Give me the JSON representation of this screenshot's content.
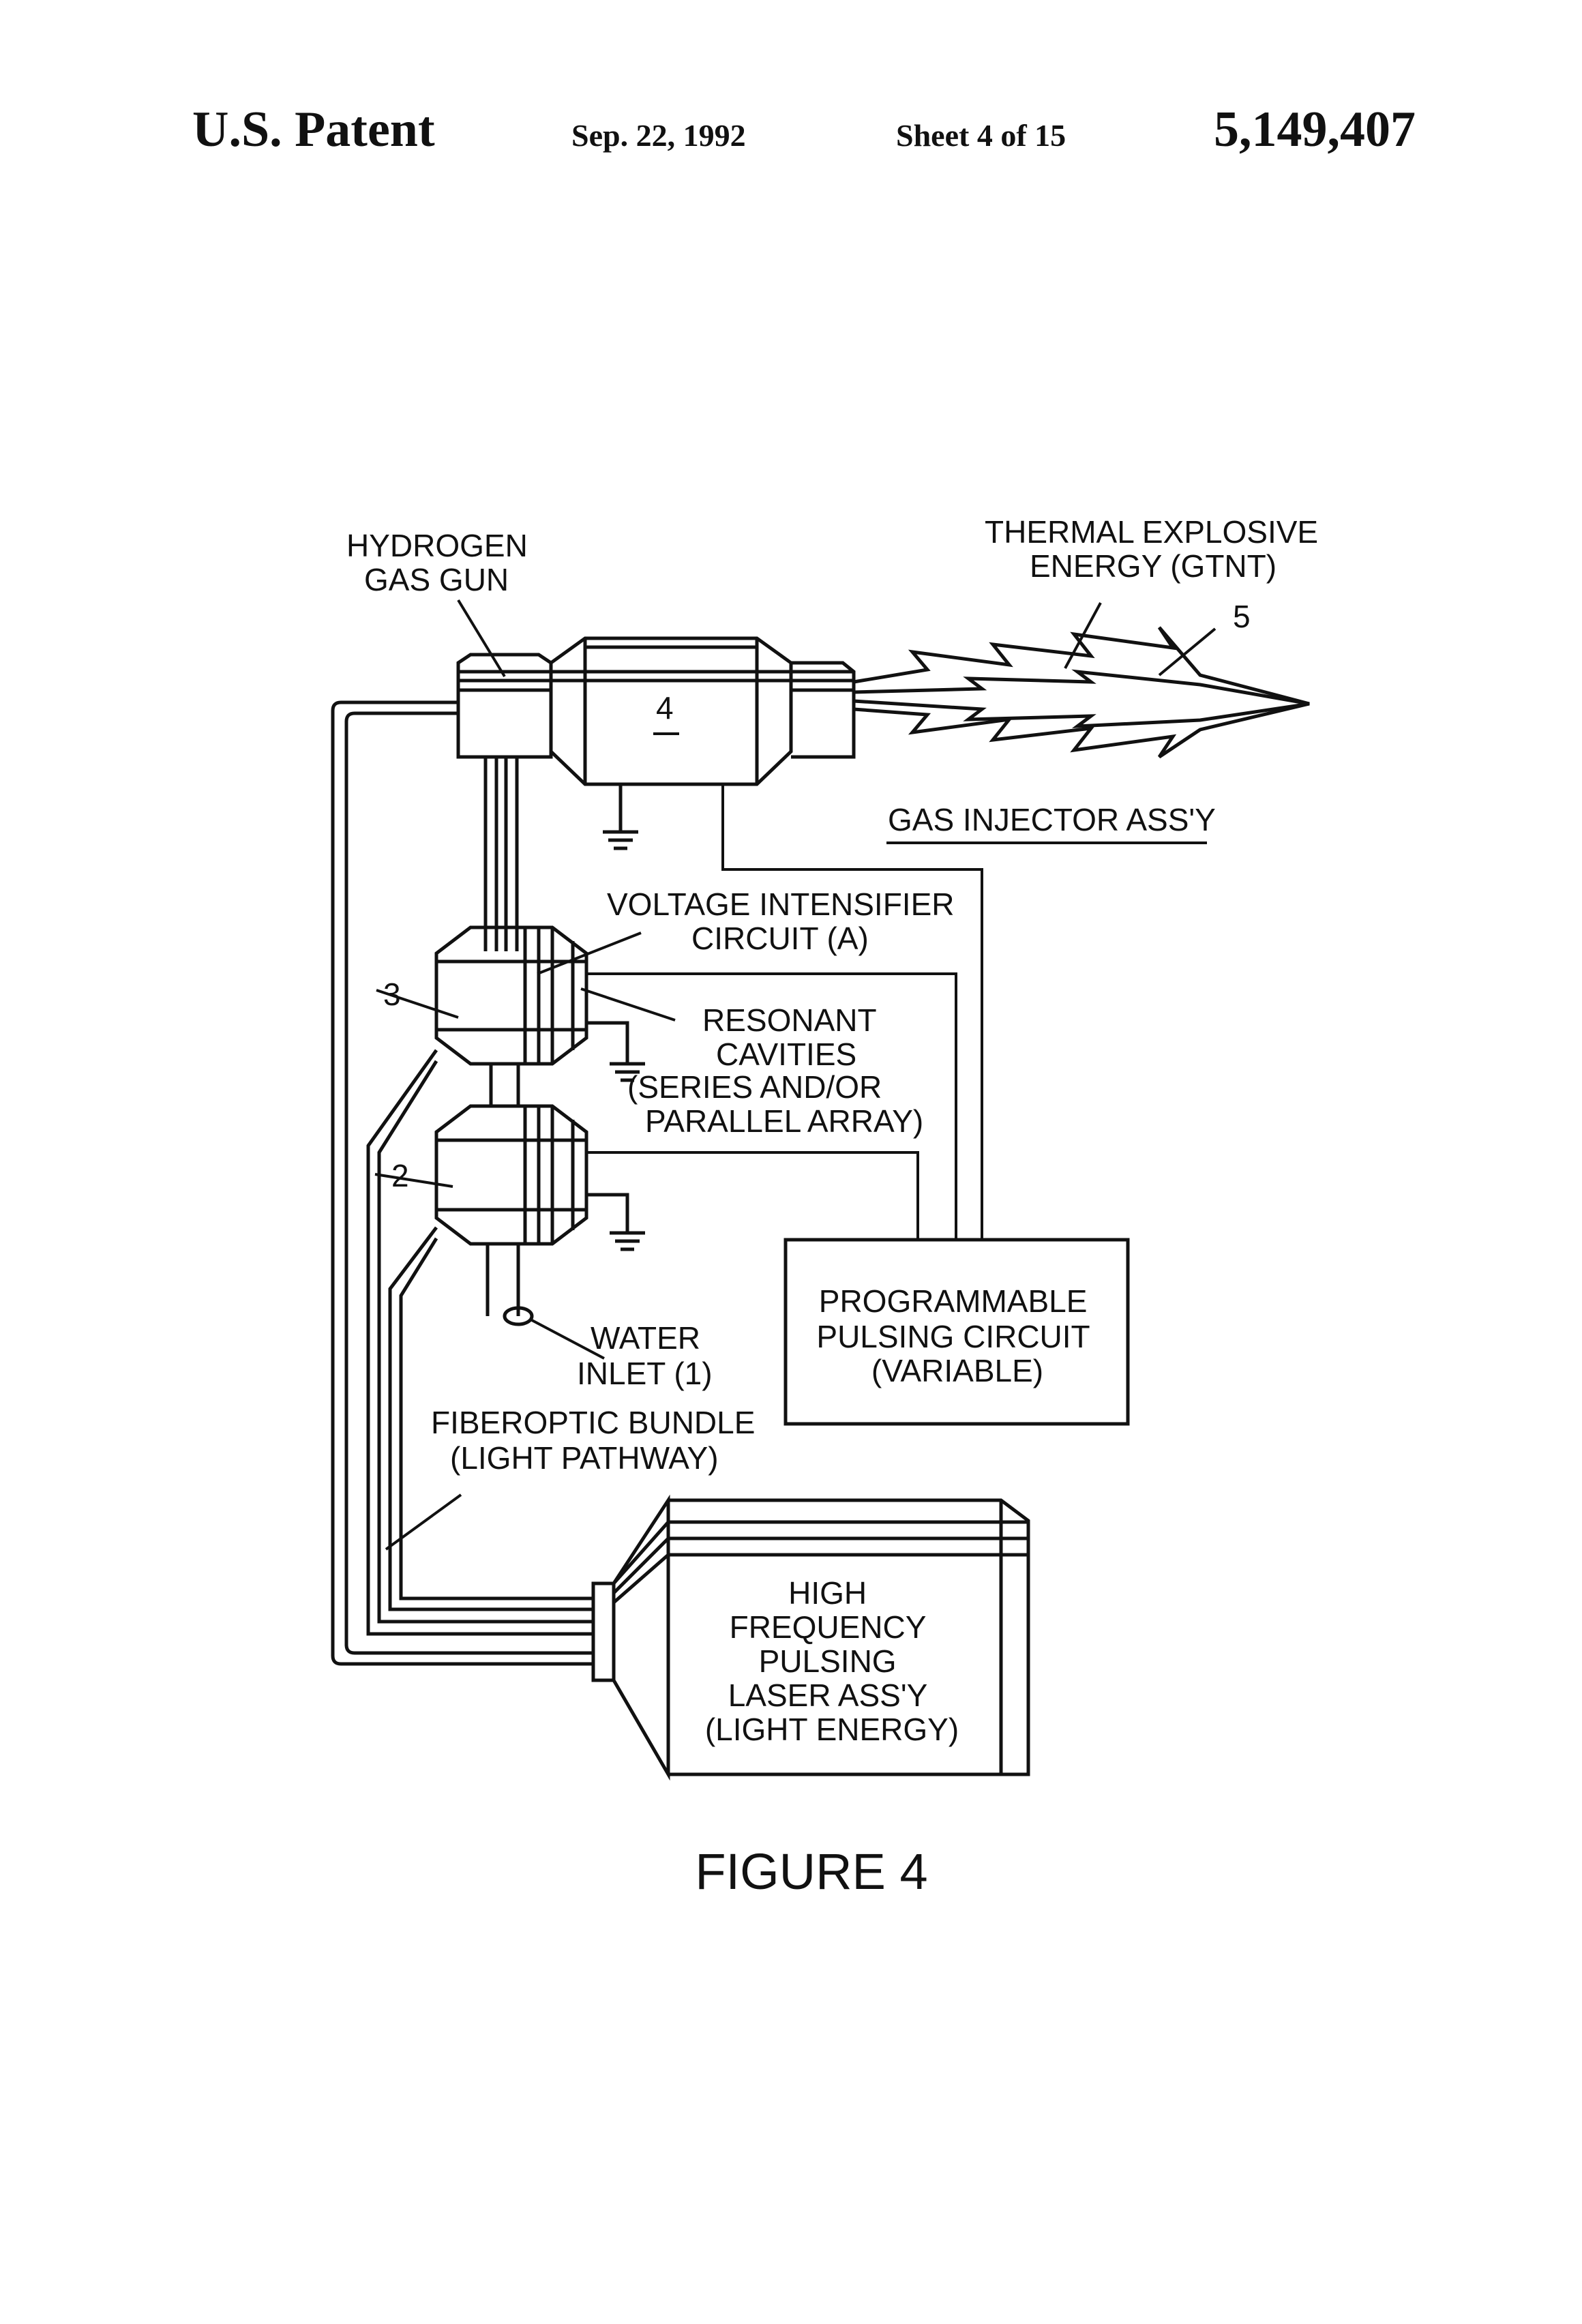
{
  "header": {
    "left": "U.S. Patent",
    "date": "Sep. 22, 1992",
    "sheet": "Sheet 4 of 15",
    "number": "5,149,407"
  },
  "labels": {
    "hydrogen_gun": [
      "HYDROGEN",
      "GAS GUN"
    ],
    "thermal": [
      "THERMAL EXPLOSIVE",
      "ENERGY (GTNT)"
    ],
    "num_5": "5",
    "num_4": "4",
    "gas_injector": "GAS INJECTOR ASS'Y",
    "voltage": [
      "VOLTAGE INTENSIFIER",
      "CIRCUIT (A)"
    ],
    "num_3": "3",
    "resonant": [
      "RESONANT",
      "CAVITIES",
      "(SERIES AND/OR",
      "PARALLEL ARRAY)"
    ],
    "num_2": "2",
    "programmable": [
      "PROGRAMMABLE",
      "PULSING CIRCUIT",
      "(VARIABLE)"
    ],
    "water": [
      "WATER",
      "INLET (1)"
    ],
    "fiberoptic": [
      "FIBEROPTIC BUNDLE",
      "(LIGHT PATHWAY)"
    ],
    "laser": [
      "HIGH",
      "FREQUENCY",
      "PULSING",
      "LASER ASS'Y",
      "(LIGHT ENERGY)"
    ]
  },
  "caption": "FIGURE 4"
}
